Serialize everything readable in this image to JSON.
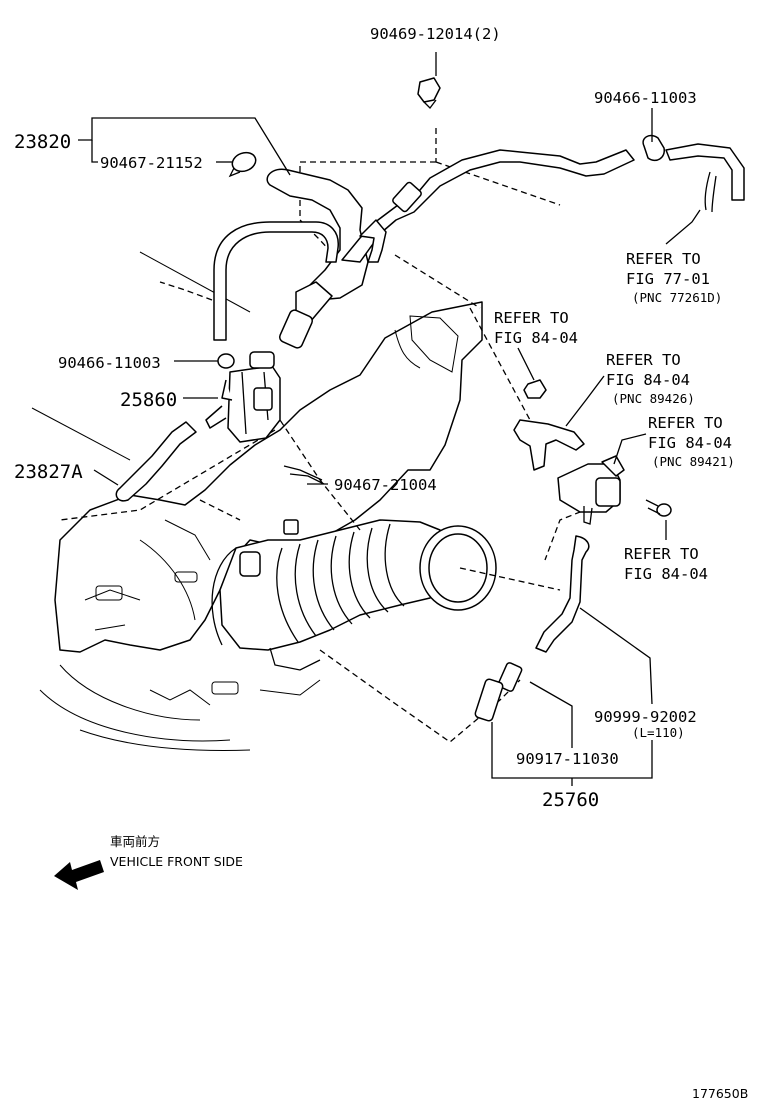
{
  "labels": {
    "p23820": "23820",
    "p90469": "90469-12014(2)",
    "p90466_top": "90466-11003",
    "p90467_21152": "90467-21152",
    "p90466_left": "90466-11003",
    "p25860": "25860",
    "p23827a": "23827A",
    "p90467_21004": "90467-21004",
    "p90999": "90999-92002",
    "p90999_len": "(L=110)",
    "p90917": "90917-11030",
    "p25760": "25760"
  },
  "refs": {
    "r77_line1": "REFER TO",
    "r77_line2": "FIG 77-01",
    "r77_pnc": "(PNC 77261D)",
    "r84a_line1": "REFER TO",
    "r84a_line2": "FIG 84-04",
    "r84b_line1": "REFER TO",
    "r84b_line2": "FIG 84-04",
    "r84b_pnc": "(PNC 89426)",
    "r84c_line1": "REFER TO",
    "r84c_line2": "FIG 84-04",
    "r84c_pnc": "(PNC 89421)",
    "r84d_line1": "REFER TO",
    "r84d_line2": "FIG 84-04"
  },
  "orientation": {
    "jp_label": "車両前方",
    "en_label": "VEHICLE FRONT SIDE",
    "arrow_icon": "left-arrow-icon"
  },
  "figure_number": "177650B"
}
